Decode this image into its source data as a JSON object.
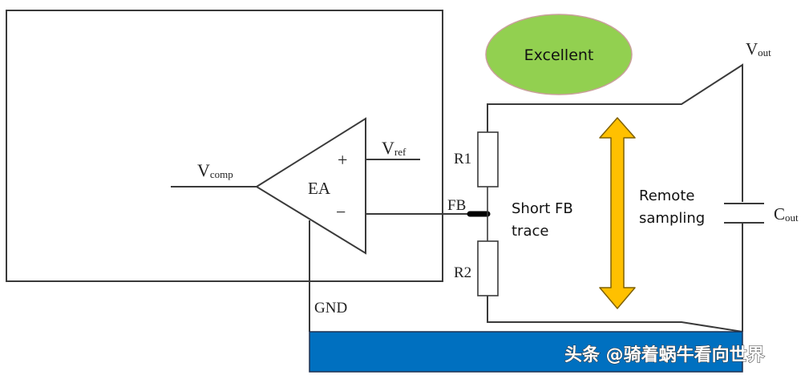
{
  "diagram": {
    "title_badge": {
      "label": "Excellent",
      "fill": "#92d050",
      "stroke": "#c9a19a"
    },
    "amplifier": {
      "label": "EA",
      "plus": "+",
      "minus": "−"
    },
    "labels": {
      "vcomp": {
        "main": "V",
        "sub": "comp"
      },
      "vref": {
        "main": "V",
        "sub": "ref"
      },
      "vout": {
        "main": "V",
        "sub": "out"
      },
      "cout": {
        "main": "C",
        "sub": "out"
      },
      "fb": "FB",
      "gnd": "GND",
      "r1": "R1",
      "r2": "R2"
    },
    "annotations": {
      "short_fb_line1": "Short FB",
      "short_fb_line2": "trace",
      "remote_line1": "Remote",
      "remote_line2": "sampling"
    },
    "ground_plane": {
      "fill": "#0070c0"
    },
    "arrow": {
      "fill": "#ffc000",
      "stroke": "#7f6000"
    },
    "watermark": "头条 @骑着蜗牛看向世界"
  }
}
